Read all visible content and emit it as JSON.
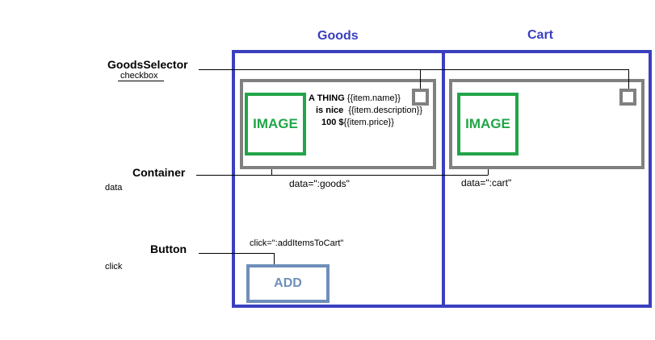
{
  "columns": {
    "goods_title": "Goods",
    "cart_title": "Cart"
  },
  "labels": {
    "goods_selector": "GoodsSelector",
    "goods_selector_sub": "checkbox",
    "container": "Container",
    "container_sub": "data",
    "button": "Button",
    "button_sub": "click"
  },
  "goods_card": {
    "image_text": "IMAGE",
    "name_static": "A THING",
    "name_bind": "{{item.name}}",
    "desc_static": "is nice",
    "desc_bind": "{{item.description}}",
    "price_static": "100 $",
    "price_bind": "{{item.price}}"
  },
  "cart_card": {
    "image_text": "IMAGE"
  },
  "annotations": {
    "goods_data": "data=\":goods\"",
    "cart_data": "data=\":cart\"",
    "click_binding": "click=\":addItemsToCart\""
  },
  "add_button": {
    "label": "ADD"
  },
  "colors": {
    "panel": "#3a3fbf",
    "card": "#808080",
    "image": "#22a548",
    "button": "#6f8fb9"
  }
}
